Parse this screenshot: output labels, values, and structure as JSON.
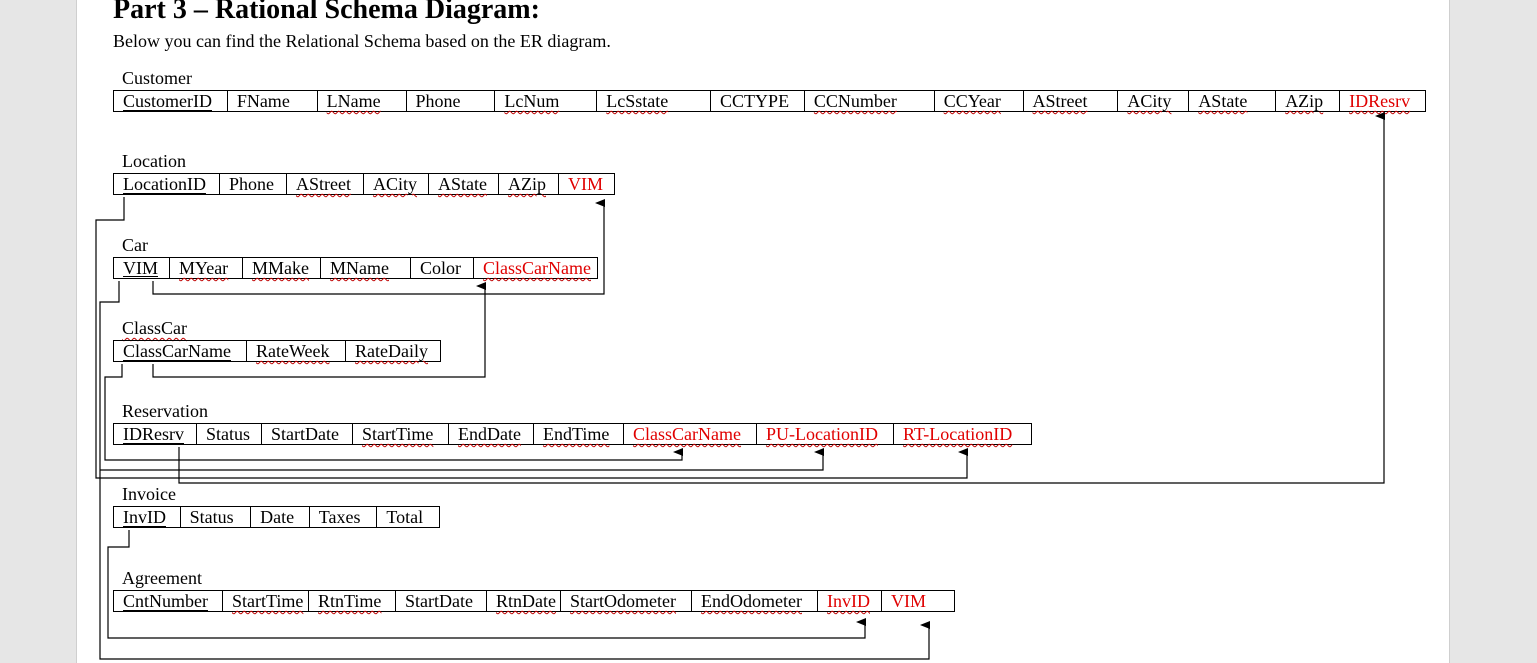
{
  "document": {
    "heading": "Part 3 – Rational Schema Diagram:",
    "intro": "Below you can find the Relational Schema based on the ER diagram."
  },
  "relations": {
    "customer": {
      "name": "Customer",
      "fields": [
        "CustomerID",
        "FName",
        "LName",
        "Phone",
        "LcNum",
        "LcSstate",
        "CCTYPE",
        "CCNumber",
        "CCYear",
        "AStreet",
        "ACity",
        "AState",
        "AZip",
        "IDResrv"
      ]
    },
    "location": {
      "name": "Location",
      "fields": [
        "LocationID",
        "Phone",
        "AStreet",
        "ACity",
        "AState",
        "AZip",
        "VIM"
      ]
    },
    "car": {
      "name": "Car",
      "fields": [
        "VIM",
        "MYear",
        "MMake",
        "MName",
        "Color",
        "ClassCarName"
      ]
    },
    "classcar": {
      "name": "ClassCar",
      "fields": [
        "ClassCarName",
        "RateWeek",
        "RateDaily"
      ]
    },
    "reservation": {
      "name": "Reservation",
      "fields": [
        "IDResrv",
        "Status",
        "StartDate",
        "StartTime",
        "EndDate",
        "EndTime",
        "ClassCarName",
        "PU-LocationID",
        "RT-LocationID"
      ]
    },
    "invoice": {
      "name": "Invoice",
      "fields": [
        "InvID",
        "Status",
        "Date",
        "Taxes",
        "Total"
      ]
    },
    "agreement": {
      "name": "Agreement",
      "fields": [
        "CntNumber",
        "StartTime",
        "RtnTime",
        "StartDate",
        "RtnDate",
        "StartOdometer",
        "EndOdometer",
        "InvID",
        "VIM"
      ]
    }
  },
  "colors": {
    "foreign_key": "#e00000",
    "text": "#000000",
    "spell_mark": "#c00000"
  }
}
